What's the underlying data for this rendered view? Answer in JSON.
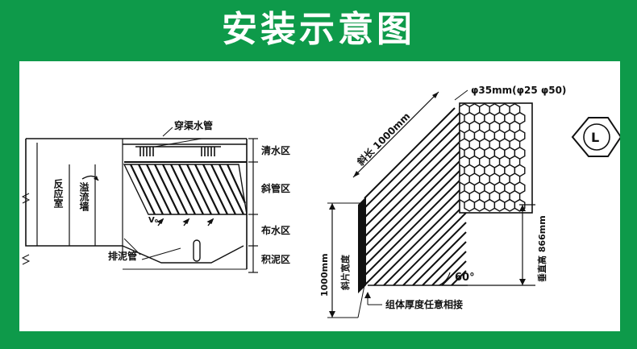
{
  "title": "安装示意图",
  "left_diagram": {
    "pipe_label": "穿渠水管",
    "zones": [
      "清水区",
      "斜管区",
      "布水区",
      "积泥区"
    ],
    "chamber_label": "反应室",
    "weir_label": "溢流墙",
    "sludge_pipe_label": "排泥管",
    "velocity_symbol": "V₀"
  },
  "right_diagram": {
    "diameter_label": "φ35mm(φ25 φ50)",
    "slope_length_label": "斜长 1000mm",
    "vertical_height_label": "垂直高 866mm",
    "sheet_width_value": "1000mm",
    "sheet_width_label": "斜片宽度",
    "angle_label": "60°",
    "assembly_note": "组体厚度任意相接",
    "hex_symbol": "L"
  },
  "colors": {
    "background": "#0e9a4a",
    "panel": "#ffffff",
    "ink": "#111111"
  }
}
